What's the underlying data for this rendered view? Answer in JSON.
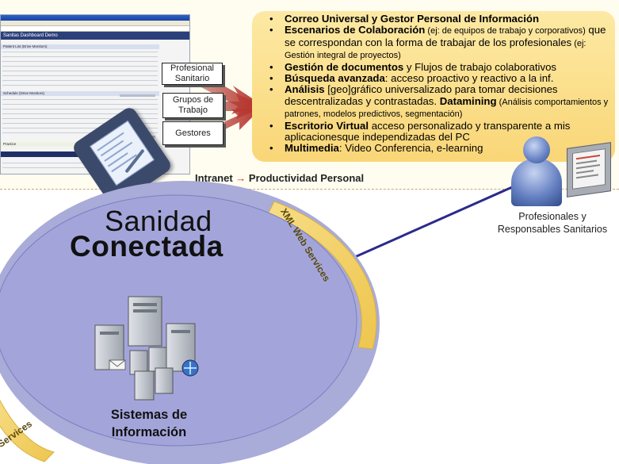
{
  "dashboard_screenshot": {
    "window_title": "Sanitas Dashboard Demo",
    "sections": [
      "Patient List (Drive Monitors)",
      "Schedule (Drive Monitors)",
      "Practice"
    ]
  },
  "roles": [
    {
      "label": "Profesional\nSanitario"
    },
    {
      "label": "Grupos de\nTrabajo"
    },
    {
      "label": "Gestores"
    }
  ],
  "features": [
    {
      "bold": "Correo Universal y Gestor Personal de Información",
      "rest": ""
    },
    {
      "bold": "Escenarios de Colaboración",
      "small": " (ej: de equipos de trabajo y corporativos)",
      "rest": " que se correspondan con la forma de trabajar de los profesionales",
      "small2": " (ej: Gestión integral de proyectos)"
    },
    {
      "bold": "Gestión de documentos",
      "rest": " y Flujos de trabajo colaborativos"
    },
    {
      "bold": "Búsqueda avanzada",
      "rest": ": acceso proactivo y reactivo a la inf."
    },
    {
      "bold": "Análisis",
      "rest": " [geo]gráfico universalizado para tomar decisiones descentralizadas y contrastadas. ",
      "bold2": "Datamining",
      "small": " (Análisis comportamientos y patrones, modelos predictivos, segmentación)"
    },
    {
      "bold": "Escritorio Virtual",
      "rest": " acceso personalizado y transparente a mis aplicacionesque independizadas del PC"
    },
    {
      "bold": "Multimedia",
      "rest": ": Video Conferencia, e-learning"
    }
  ],
  "intranet": {
    "left": "Intranet",
    "arrow": "→",
    "right": "Productividad Personal"
  },
  "users_label": "Profesionales y\nResponsables Sanitarios",
  "center": {
    "line1": "Sanidad",
    "line2": "Conectada"
  },
  "systems_label": "Sistemas de\nInformación",
  "ring_label": "XML Web Services",
  "ring_label_partial": "Services",
  "colors": {
    "yellow_box": "#fbde8b",
    "arrow_red": "#b8312a",
    "ring": "#f3d26a",
    "ellipse": "#a5a7d6",
    "link_line": "#2a2a8c"
  }
}
